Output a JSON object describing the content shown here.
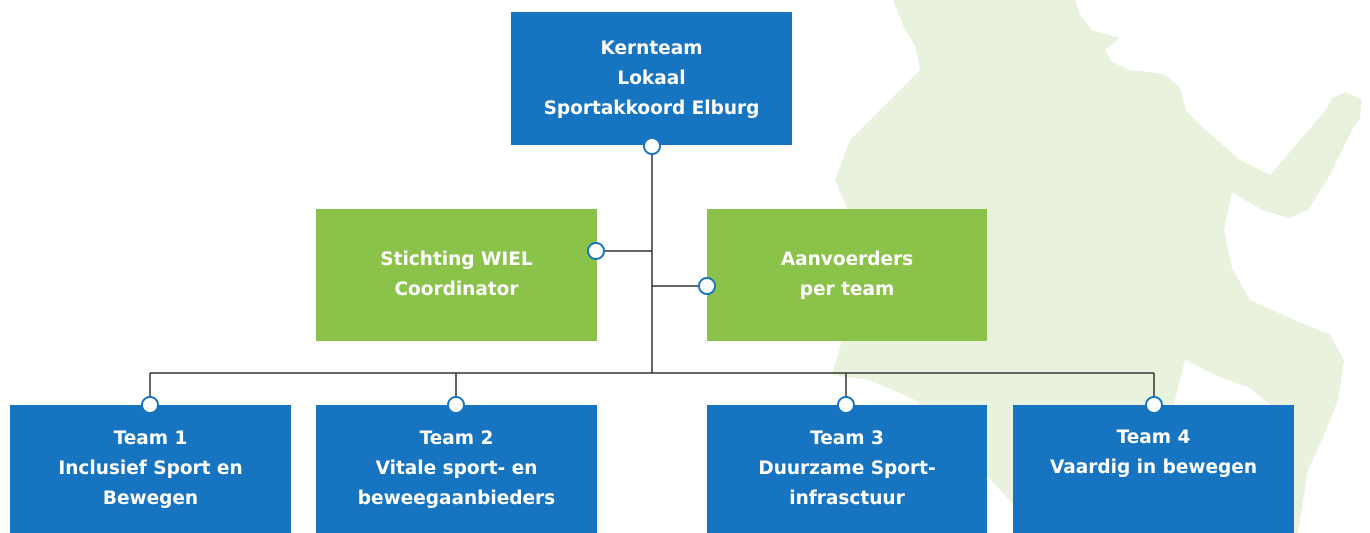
{
  "colors": {
    "blue_box": "#1774c1",
    "green_box": "#8bc24a",
    "connector": "#333333",
    "connector_dot_border": "#1774c1",
    "silhouette": "#e9f2dc"
  },
  "background_figure": "runner-silhouette",
  "core": {
    "lines": [
      "Kernteam",
      "Lokaal",
      "Sportakkoord Elburg"
    ]
  },
  "support": [
    {
      "lines": [
        "Stichting WIEL",
        "Coordinator"
      ]
    },
    {
      "lines": [
        "Aanvoerders",
        "per team"
      ]
    }
  ],
  "teams": [
    {
      "lines": [
        "Team 1",
        "Inclusief Sport en",
        "Bewegen"
      ]
    },
    {
      "lines": [
        "Team 2",
        "Vitale sport- en",
        "beweegaanbieders"
      ]
    },
    {
      "lines": [
        "Team 3",
        "Duurzame Sport-",
        "infrasctuur"
      ]
    },
    {
      "lines": [
        "Team 4",
        "Vaardig in bewegen"
      ]
    }
  ]
}
